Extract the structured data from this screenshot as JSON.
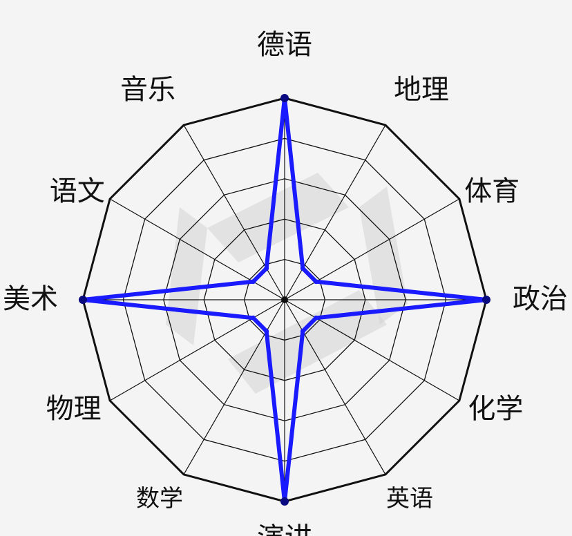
{
  "chart_data": {
    "type": "radar",
    "title": "",
    "categories": [
      "德语",
      "地理",
      "体育",
      "政治",
      "化学",
      "英语",
      "演讲",
      "数学",
      "物理",
      "美术",
      "语文",
      "音乐"
    ],
    "series": [
      {
        "values": [
          100,
          18,
          18,
          100,
          18,
          18,
          100,
          18,
          18,
          100,
          18,
          18
        ]
      }
    ],
    "range": [
      0,
      100
    ],
    "rings": 5,
    "grid": true,
    "colors": {
      "series": "#1a1aff",
      "grid": "#111111",
      "background": "#f4f4f4"
    }
  }
}
